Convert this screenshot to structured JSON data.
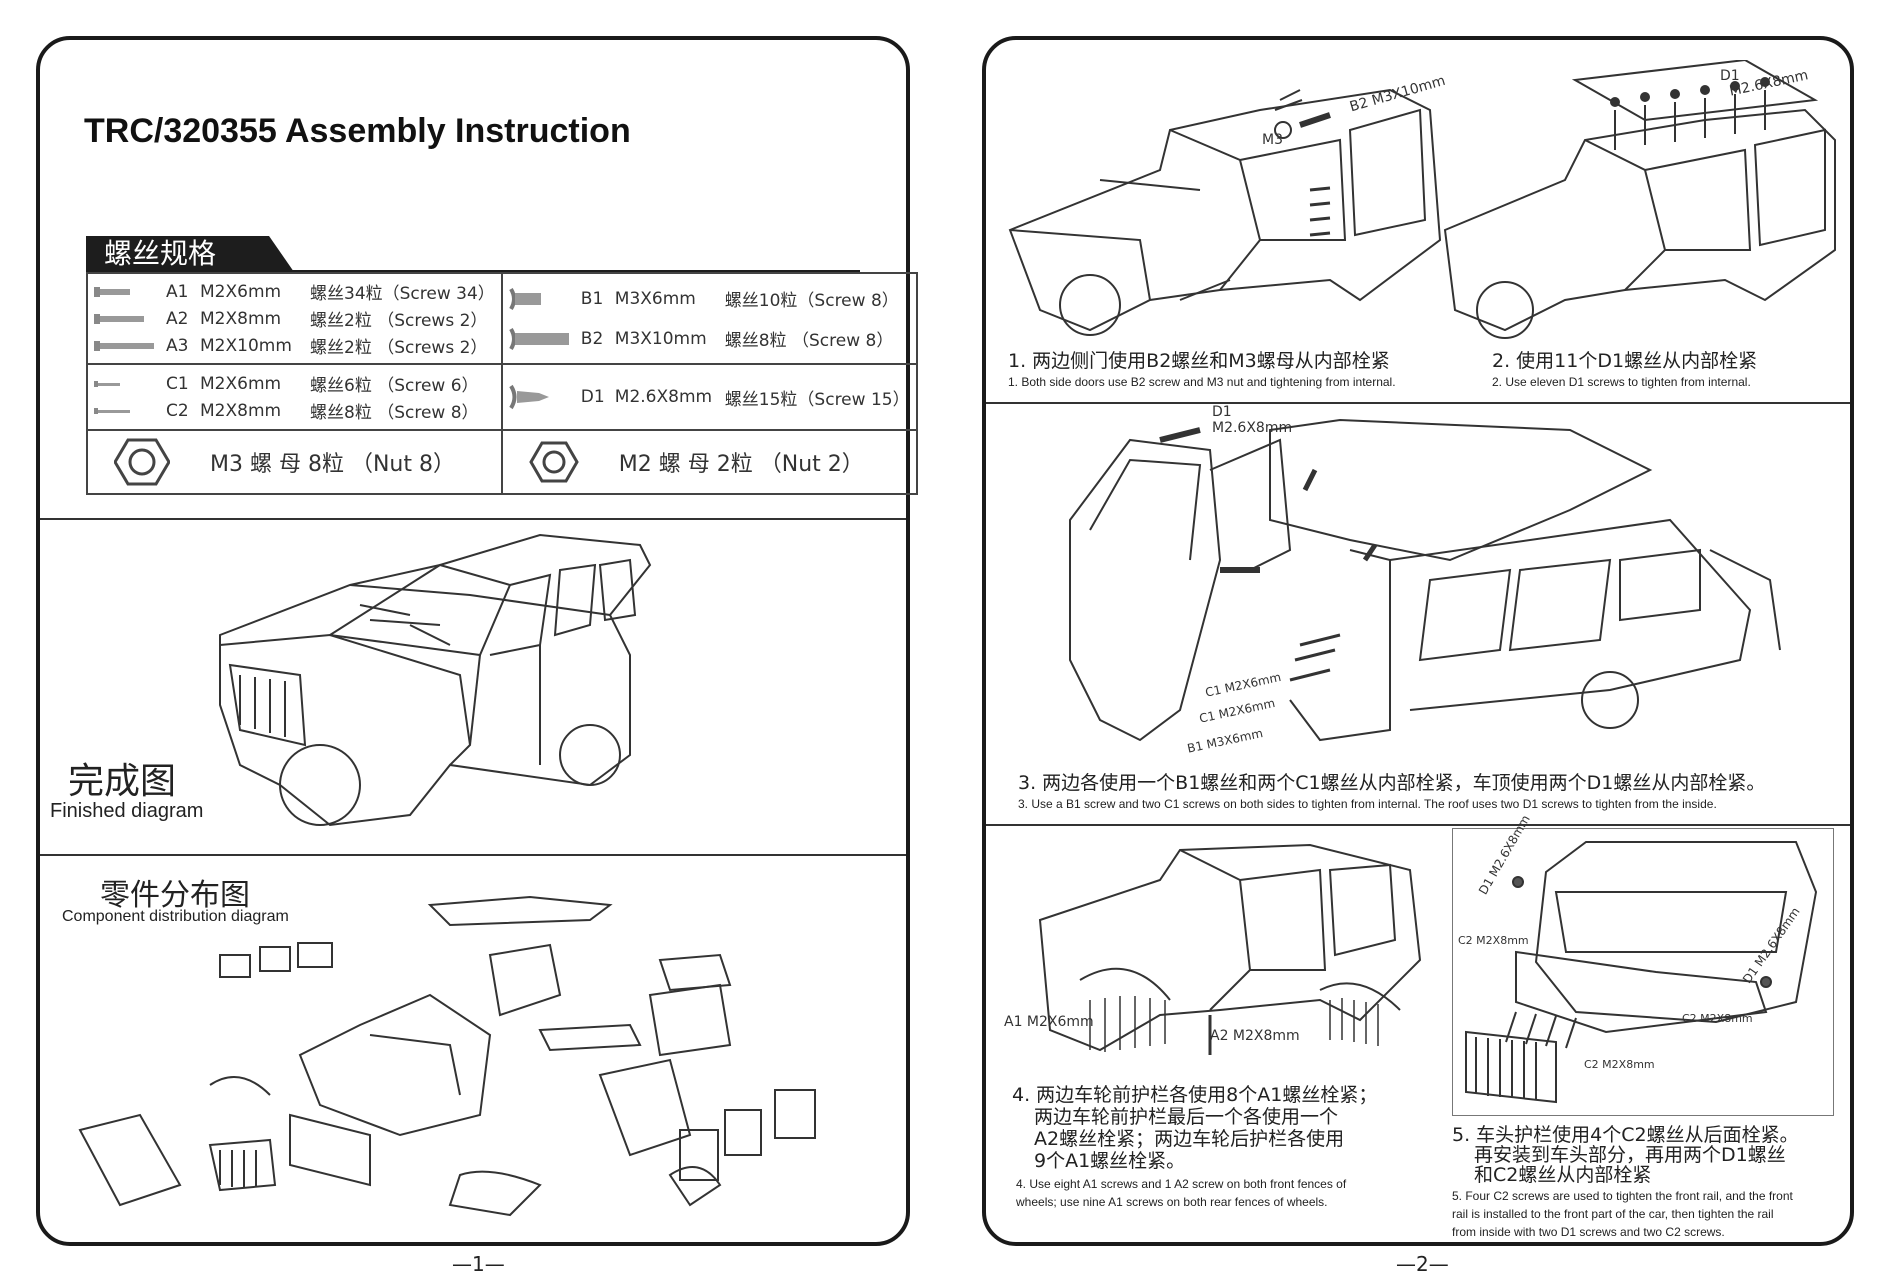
{
  "page1": {
    "title": "TRC/320355 Assembly Instruction",
    "spec_header": "螺丝规格",
    "screws_left": [
      {
        "code": "A1",
        "size": "M2X6mm",
        "qty": "螺丝34粒（Screw 34）"
      },
      {
        "code": "A2",
        "size": "M2X8mm",
        "qty": "螺丝2粒 （Screws 2）"
      },
      {
        "code": "A3",
        "size": "M2X10mm",
        "qty": "螺丝2粒 （Screws 2）"
      },
      {
        "code": "C1",
        "size": "M2X6mm",
        "qty": "螺丝6粒 （Screw 6）"
      },
      {
        "code": "C2",
        "size": "M2X8mm",
        "qty": "螺丝8粒 （Screw 8）"
      }
    ],
    "screws_right": [
      {
        "code": "B1",
        "size": "M3X6mm",
        "qty": "螺丝10粒（Screw 8）"
      },
      {
        "code": "B2",
        "size": "M3X10mm",
        "qty": "螺丝8粒 （Screw 8）"
      },
      {
        "code": "D1",
        "size": "M2.6X8mm",
        "qty": "螺丝15粒（Screw 15）"
      }
    ],
    "nut_left": "M3  螺 母   8粒  （Nut 8）",
    "nut_right": "M2  螺 母   2粒  （Nut 2）",
    "finished_cn": "完成图",
    "finished_en": "Finished diagram",
    "component_cn": "零件分布图",
    "component_en": "Component distribution diagram",
    "page_number": "—1—"
  },
  "page2": {
    "step1_cn": "1. 两边侧门使用B2螺丝和M3螺母从内部栓紧",
    "step1_en": "1. Both side doors use B2 screw and M3 nut and tightening from internal.",
    "step2_cn": "2. 使用11个D1螺丝从内部栓紧",
    "step2_en": "2. Use eleven D1 screws to tighten from internal.",
    "step3_cn": "3. 两边各使用一个B1螺丝和两个C1螺丝从内部栓紧，车顶使用两个D1螺丝从内部栓紧。",
    "step3_en": "3. Use a B1 screw and two C1 screws on both sides to tighten from internal. The roof uses two D1 screws to tighten from the inside.",
    "step4_cn": [
      "4. 两边车轮前护栏各使用8个A1螺丝栓紧；",
      "两边车轮前护栏最后一个各使用一个",
      "A2螺丝栓紧；两边车轮后护栏各使用",
      "9个A1螺丝栓紧。"
    ],
    "step4_en": [
      "4. Use eight A1 screws and 1 A2 screw on both front fences of",
      "wheels; use nine A1 screws on both rear fences of wheels."
    ],
    "step5_cn": [
      "5. 车头护栏使用4个C2螺丝从后面栓紧。",
      "再安装到车头部分，再用两个D1螺丝",
      "和C2螺丝从内部栓紧"
    ],
    "step5_en": [
      "5. Four C2 screws are used to tighten the front rail, and the front",
      "rail is installed to the front part of the car, then tighten the rail",
      "from inside with two D1 screws and two C2 screws."
    ],
    "callouts": {
      "m3": "M3",
      "b2": "B2 M3X10mm",
      "d1_a": "D1",
      "d1_a_size": "M2.6X8mm",
      "d1_b": "D1",
      "d1_b_size": "M2.6X8mm",
      "c1a": "C1 M2X6mm",
      "c1b": "C1 M2X6mm",
      "b1": "B1 M3X6mm",
      "a1": "A1 M2X6mm",
      "a2": "A2 M2X8mm",
      "d1_c": "D1 M2.6X8mm",
      "d1_d": "D1 M2.6X8mm",
      "c2_a": "C2 M2X8mm",
      "c2_b": "C2 M2X8mm",
      "c2_c": "C2 M2X8mm"
    },
    "page_number": "—2—"
  }
}
